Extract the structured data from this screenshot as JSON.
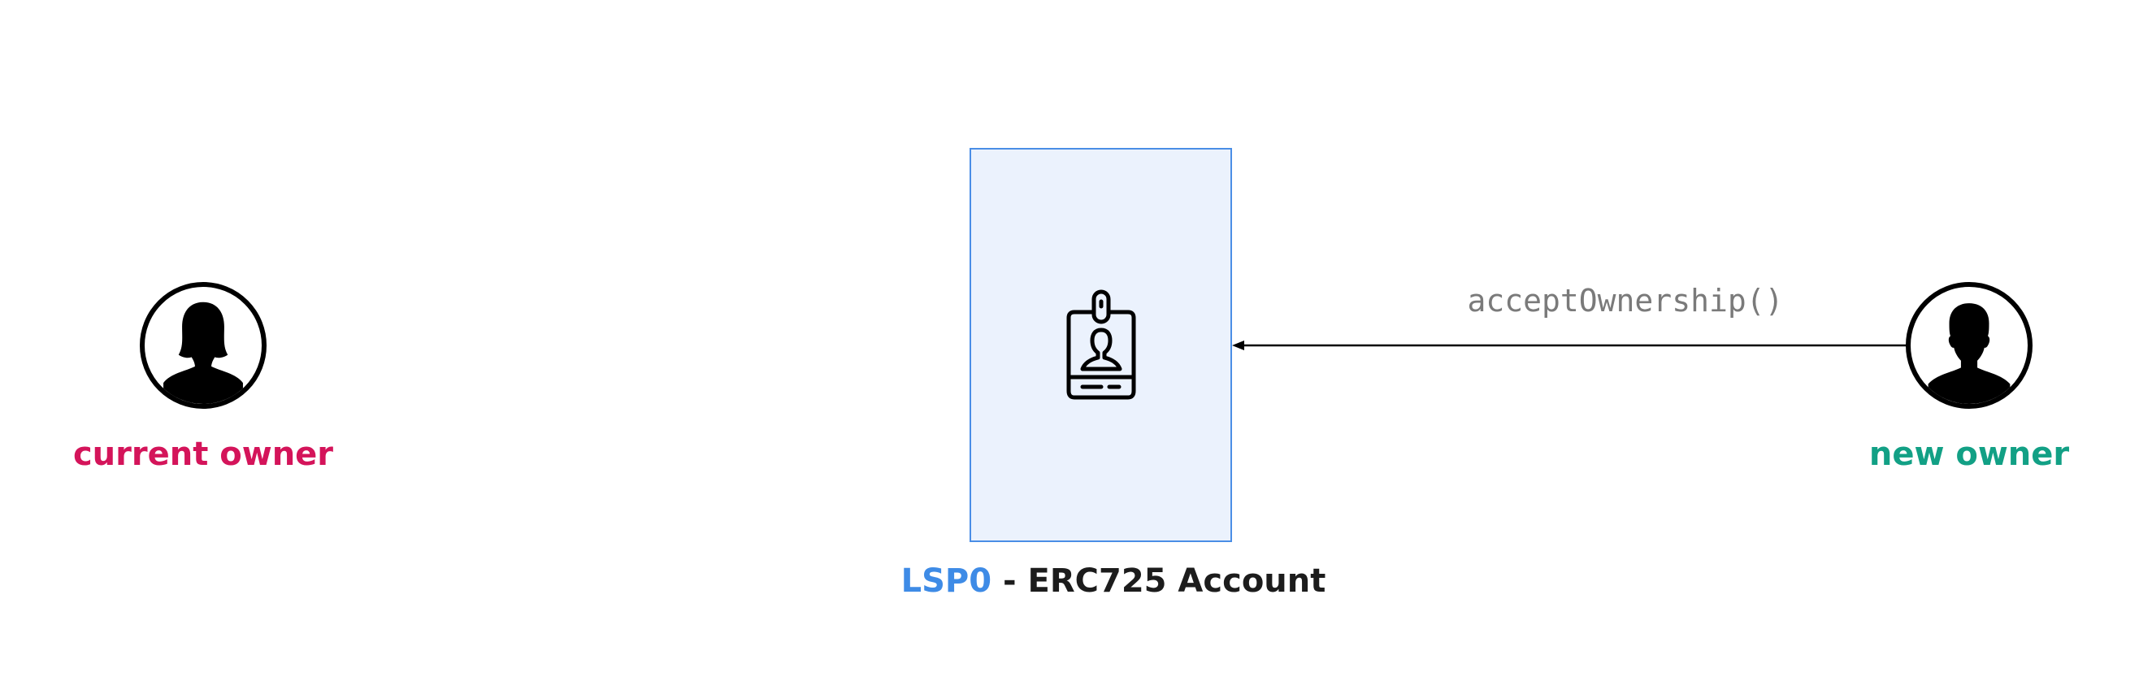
{
  "current_owner": {
    "label": "current owner",
    "color": "#d4145a",
    "icon": "female-user-icon"
  },
  "new_owner": {
    "label": "new owner",
    "color": "#12a085",
    "icon": "male-user-icon"
  },
  "account": {
    "prefix": "LSP0",
    "suffix": " - ERC725 Account",
    "prefix_color": "#3e8be6",
    "box_fill": "#ebf2fd",
    "box_border": "#4a8ee6",
    "icon": "id-card-icon"
  },
  "call": {
    "method": "acceptOwnership()",
    "color": "#7a7a7a",
    "direction": "new owner → account"
  }
}
